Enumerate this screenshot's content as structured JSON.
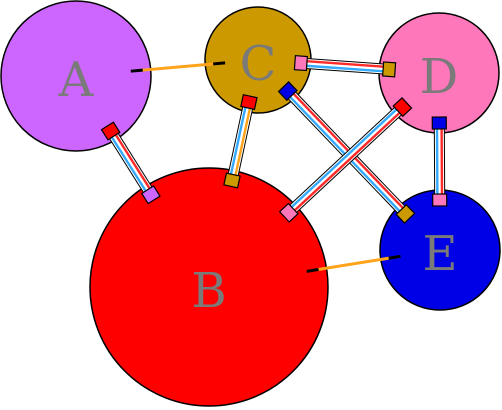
{
  "nodes": [
    {
      "id": "A",
      "label": "A",
      "color": "#cc66ff"
    },
    {
      "id": "B",
      "label": "B",
      "color": "#ff0000"
    },
    {
      "id": "C",
      "label": "C",
      "color": "#cc9900"
    },
    {
      "id": "D",
      "label": "D",
      "color": "#ff77bb"
    },
    {
      "id": "E",
      "label": "E",
      "color": "#0000e6"
    }
  ],
  "edges": [
    {
      "from": "A",
      "to": "C",
      "style": "single",
      "color": "#ffa31a"
    },
    {
      "from": "C",
      "to": "B",
      "style": "double",
      "colors": [
        "#ffa31a",
        "#33aaff"
      ]
    },
    {
      "from": "B",
      "to": "E",
      "style": "single",
      "color": "#ffa31a"
    },
    {
      "from": "A",
      "to": "B",
      "style": "double",
      "colors": [
        "#ff2a2a",
        "#33aaff"
      ]
    },
    {
      "from": "C",
      "to": "D",
      "style": "double",
      "colors": [
        "#ff2a2a",
        "#33aaff"
      ]
    },
    {
      "from": "C",
      "to": "E",
      "style": "double",
      "colors": [
        "#ff2a2a",
        "#33aaff"
      ]
    },
    {
      "from": "D",
      "to": "B",
      "style": "double",
      "colors": [
        "#ff2a2a",
        "#33aaff"
      ]
    },
    {
      "from": "D",
      "to": "E",
      "style": "double",
      "colors": [
        "#ff2a2a",
        "#33aaff"
      ]
    }
  ],
  "colors": {
    "label": "#7a7a7a",
    "outline": "#000000",
    "background": "#ffffff"
  }
}
